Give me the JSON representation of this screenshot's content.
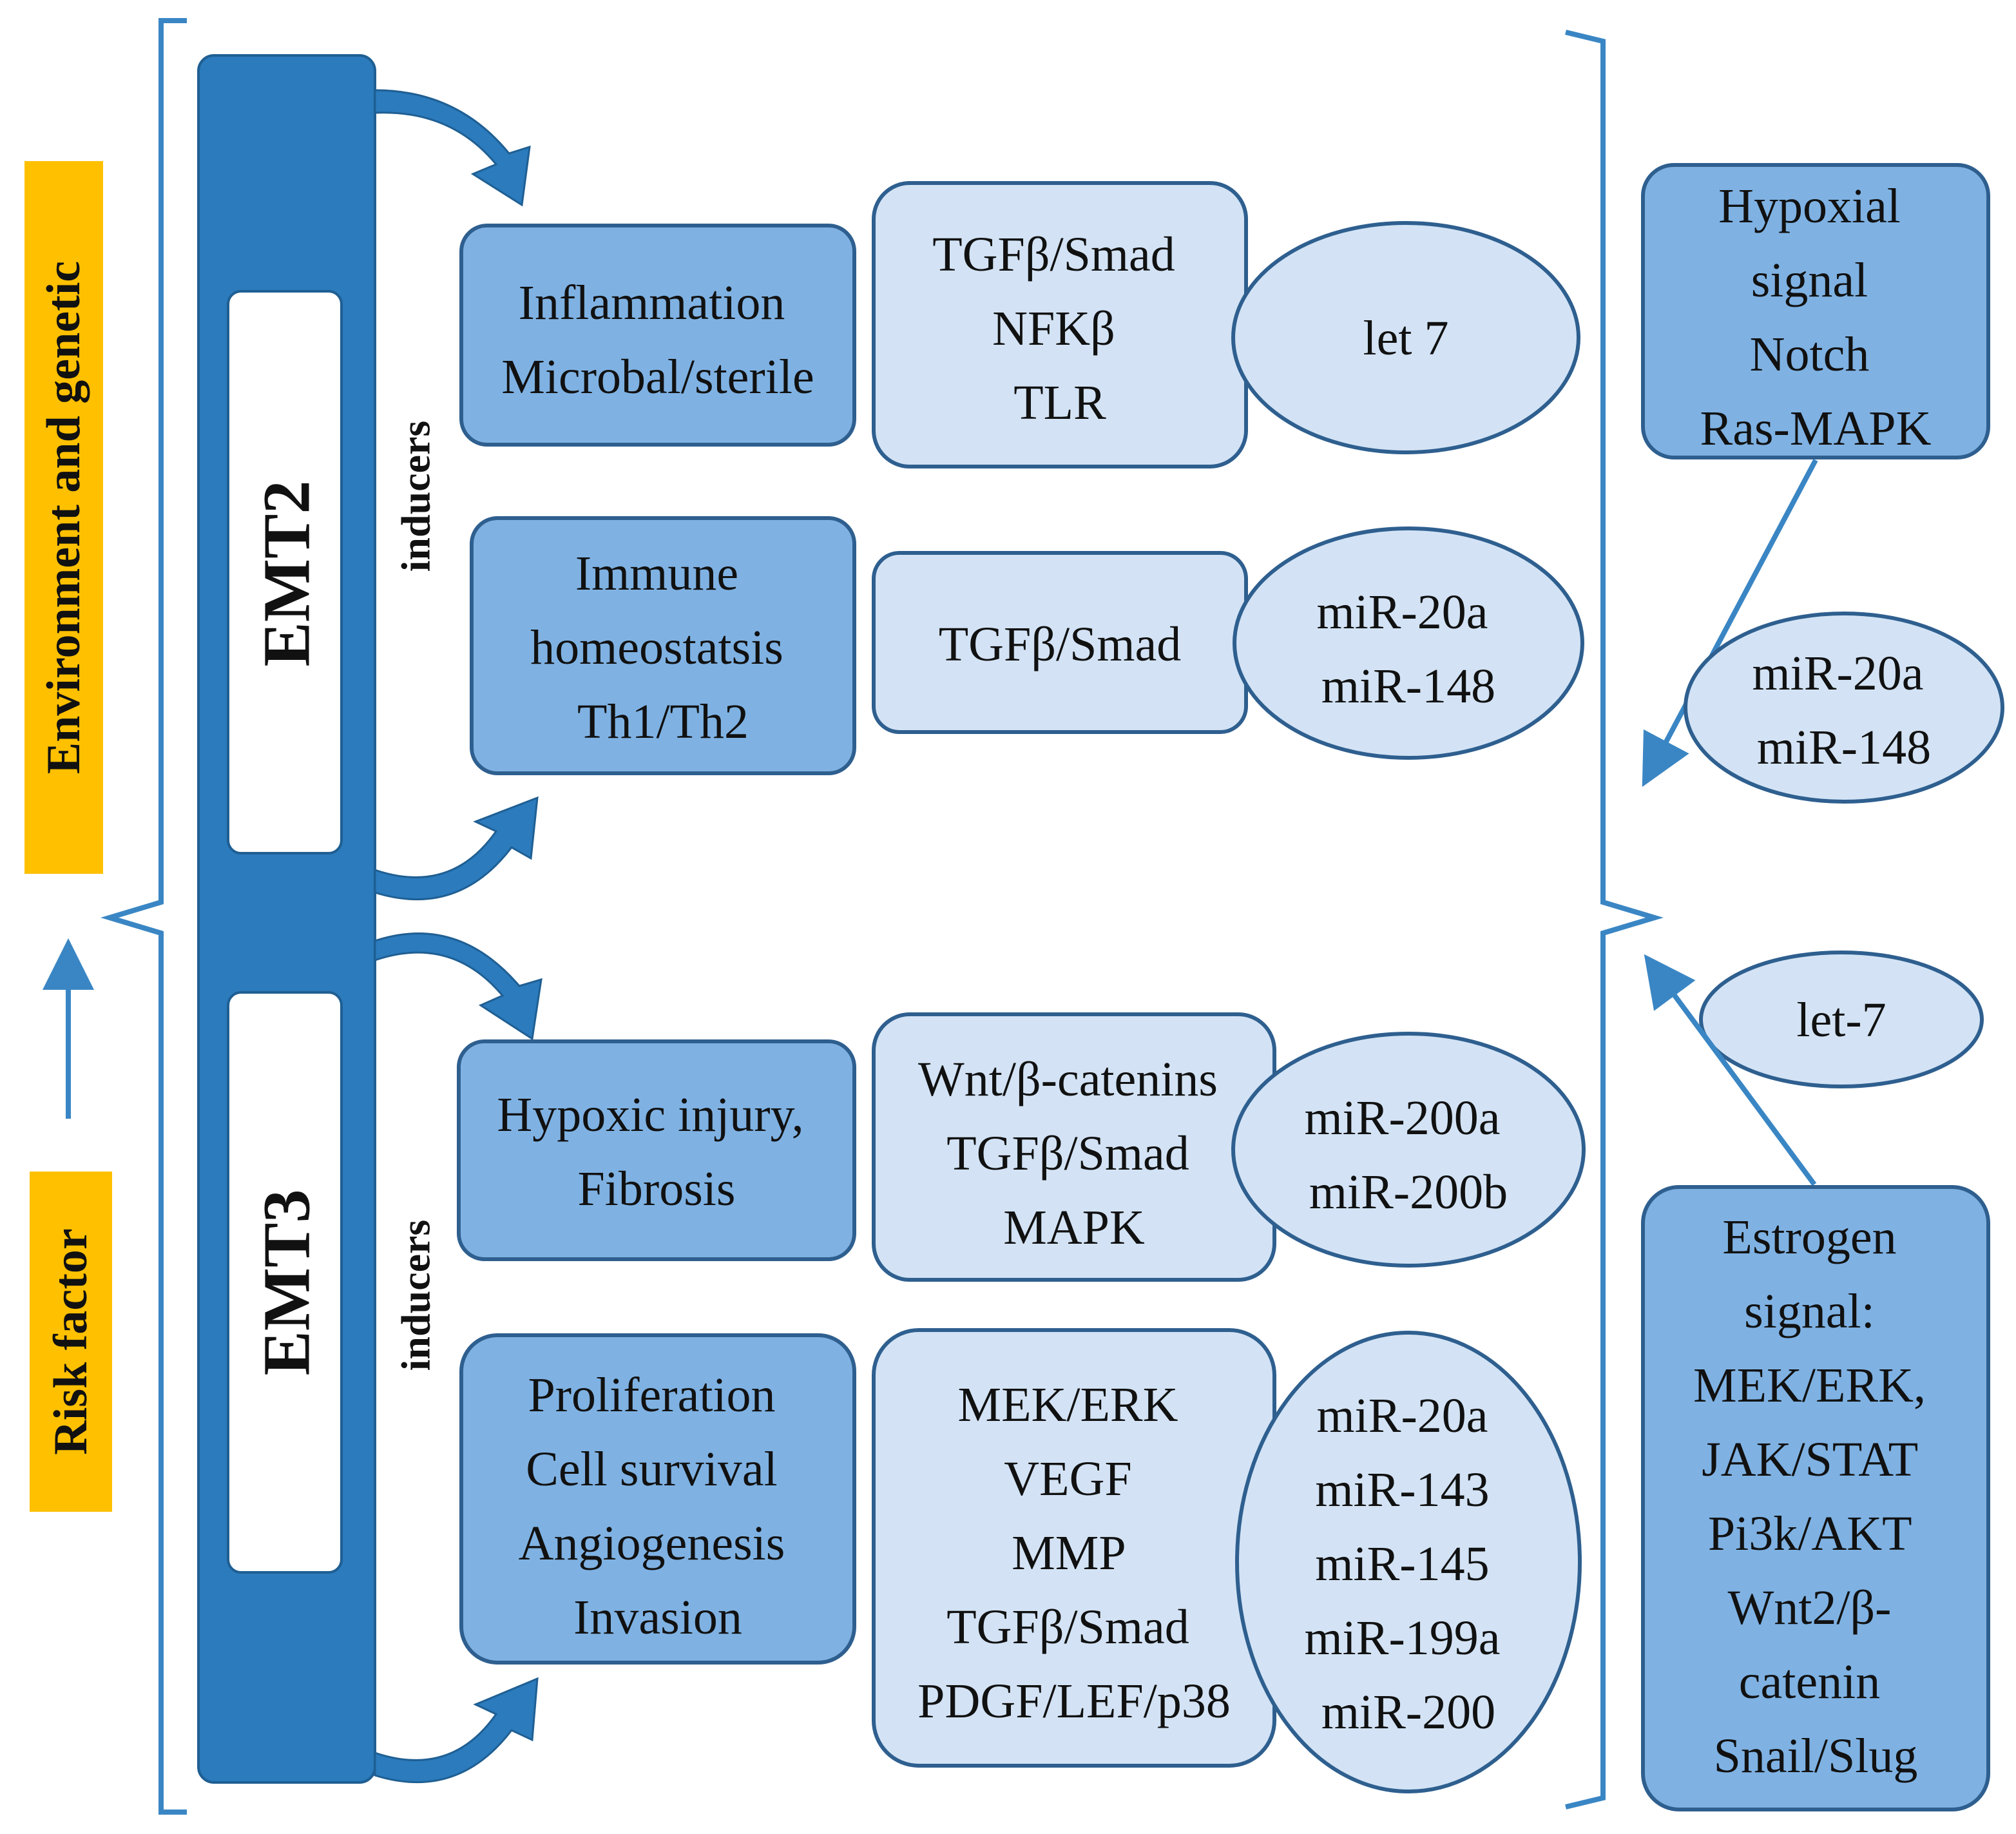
{
  "side_labels": {
    "environment": "Environment and genetic",
    "risk": "Risk factor"
  },
  "emt2": {
    "label": "EMT2",
    "inducers": "inducers",
    "rows": [
      {
        "inducer": [
          "Inflammation",
          "Microbal/sterile"
        ],
        "pathways": [
          "TGFβ/Smad",
          "NFKβ",
          "TLR"
        ],
        "mirnas": [
          "let 7"
        ]
      },
      {
        "inducer": [
          "Immune",
          "homeostatsis",
          "Th1/Th2"
        ],
        "pathways": [
          "TGFβ/Smad"
        ],
        "mirnas": [
          "miR-20a",
          "miR-148"
        ]
      }
    ]
  },
  "emt3": {
    "label": "EMT3",
    "inducers": "inducers",
    "rows": [
      {
        "inducer": [
          "Hypoxic injury,",
          "Fibrosis"
        ],
        "pathways": [
          "Wnt/β-catenins",
          "TGFβ/Smad",
          "MAPK"
        ],
        "mirnas": [
          "miR-200a",
          "miR-200b"
        ]
      },
      {
        "inducer": [
          "Proliferation",
          "Cell survival",
          "Angiogenesis",
          "Invasion"
        ],
        "pathways": [
          "MEK/ERK",
          "VEGF",
          "MMP",
          "TGFβ/Smad",
          "PDGF/LEF/p38"
        ],
        "mirnas": [
          "miR-20a",
          "miR-143",
          "miR-145",
          "miR-199a",
          "miR-200"
        ]
      }
    ]
  },
  "right_panel": {
    "hypoxia_box": [
      "Hypoxial",
      "signal",
      "Notch",
      "Ras-MAPK"
    ],
    "hypoxia_mirnas": [
      "miR-20a",
      "miR-148"
    ],
    "estrogen_mirna": [
      "let-7"
    ],
    "estrogen_box": [
      "Estrogen",
      "signal:",
      "MEK/ERK,",
      "JAK/STAT",
      "Pi3k/AKT",
      "Wnt2/β-",
      "catenin",
      "Snail/Slug"
    ]
  },
  "colors": {
    "dark_blue": "#2b7bbd",
    "mid_blue": "#7fb2e3",
    "light_blue": "#d3e3f5",
    "outline": "#2e5f8f",
    "label_bg": "#ffc000",
    "bracket": "#3a86c4"
  }
}
